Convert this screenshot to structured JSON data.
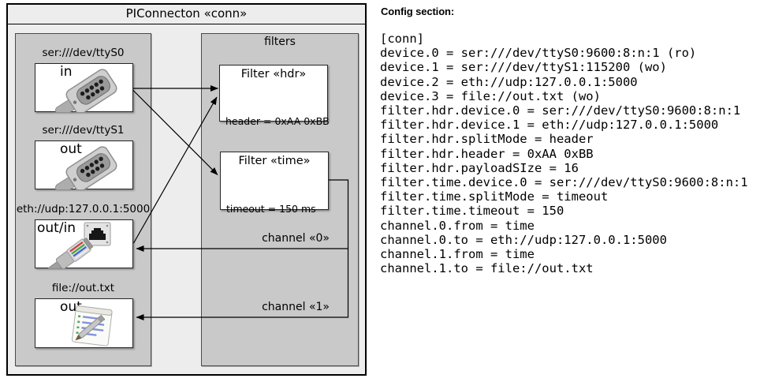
{
  "diagram": {
    "title": "PIConnecton «conn»",
    "filters_panel_label": "filters",
    "devices": [
      {
        "url": "ser:///dev/ttyS0",
        "mode": "in",
        "icon": "serial-connector-icon"
      },
      {
        "url": "ser:///dev/ttyS1",
        "mode": "out",
        "icon": "serial-connector-icon"
      },
      {
        "url": "eth://udp:127.0.0.1:5000",
        "mode": "out/in",
        "icon": "ethernet-plug-icon"
      },
      {
        "url": "file://out.txt",
        "mode": "out",
        "icon": "notepad-icon"
      }
    ],
    "filters": [
      {
        "title": "Filter «hdr»",
        "props": [
          "header = 0xAA 0xBB",
          "payloadSize = 16"
        ]
      },
      {
        "title": "Filter «time»",
        "props": [
          "timeout = 150 ms"
        ]
      }
    ],
    "channels": [
      {
        "label": "channel «0»"
      },
      {
        "label": "channel «1»"
      }
    ]
  },
  "config": {
    "heading": "Config section:",
    "lines": [
      "[conn]",
      "device.0 = ser:///dev/ttyS0:9600:8:n:1 (ro)",
      "device.1 = ser:///dev/ttyS1:115200 (wo)",
      "device.2 = eth://udp:127.0.0.1:5000",
      "device.3 = file://out.txt (wo)",
      "filter.hdr.device.0 = ser:///dev/ttyS0:9600:8:n:1",
      "filter.hdr.device.1 = eth://udp:127.0.0.1:5000",
      "filter.hdr.splitMode = header",
      "filter.hdr.header = 0xAA 0xBB",
      "filter.hdr.payloadSIze = 16",
      "filter.time.device.0 = ser:///dev/ttyS0:9600:8:n:1",
      "filter.time.splitMode = timeout",
      "filter.time.timeout = 150",
      "channel.0.from = time",
      "channel.0.to = eth://udp:127.0.0.1:5000",
      "channel.1.from = time",
      "channel.1.to = file://out.txt"
    ]
  },
  "colors": {
    "outer_bg": "#ededed",
    "panel_bg": "#c9c9c9",
    "box_bg": "#ffffff",
    "outline": "#000000",
    "panel_border": "#4a4a4a"
  }
}
